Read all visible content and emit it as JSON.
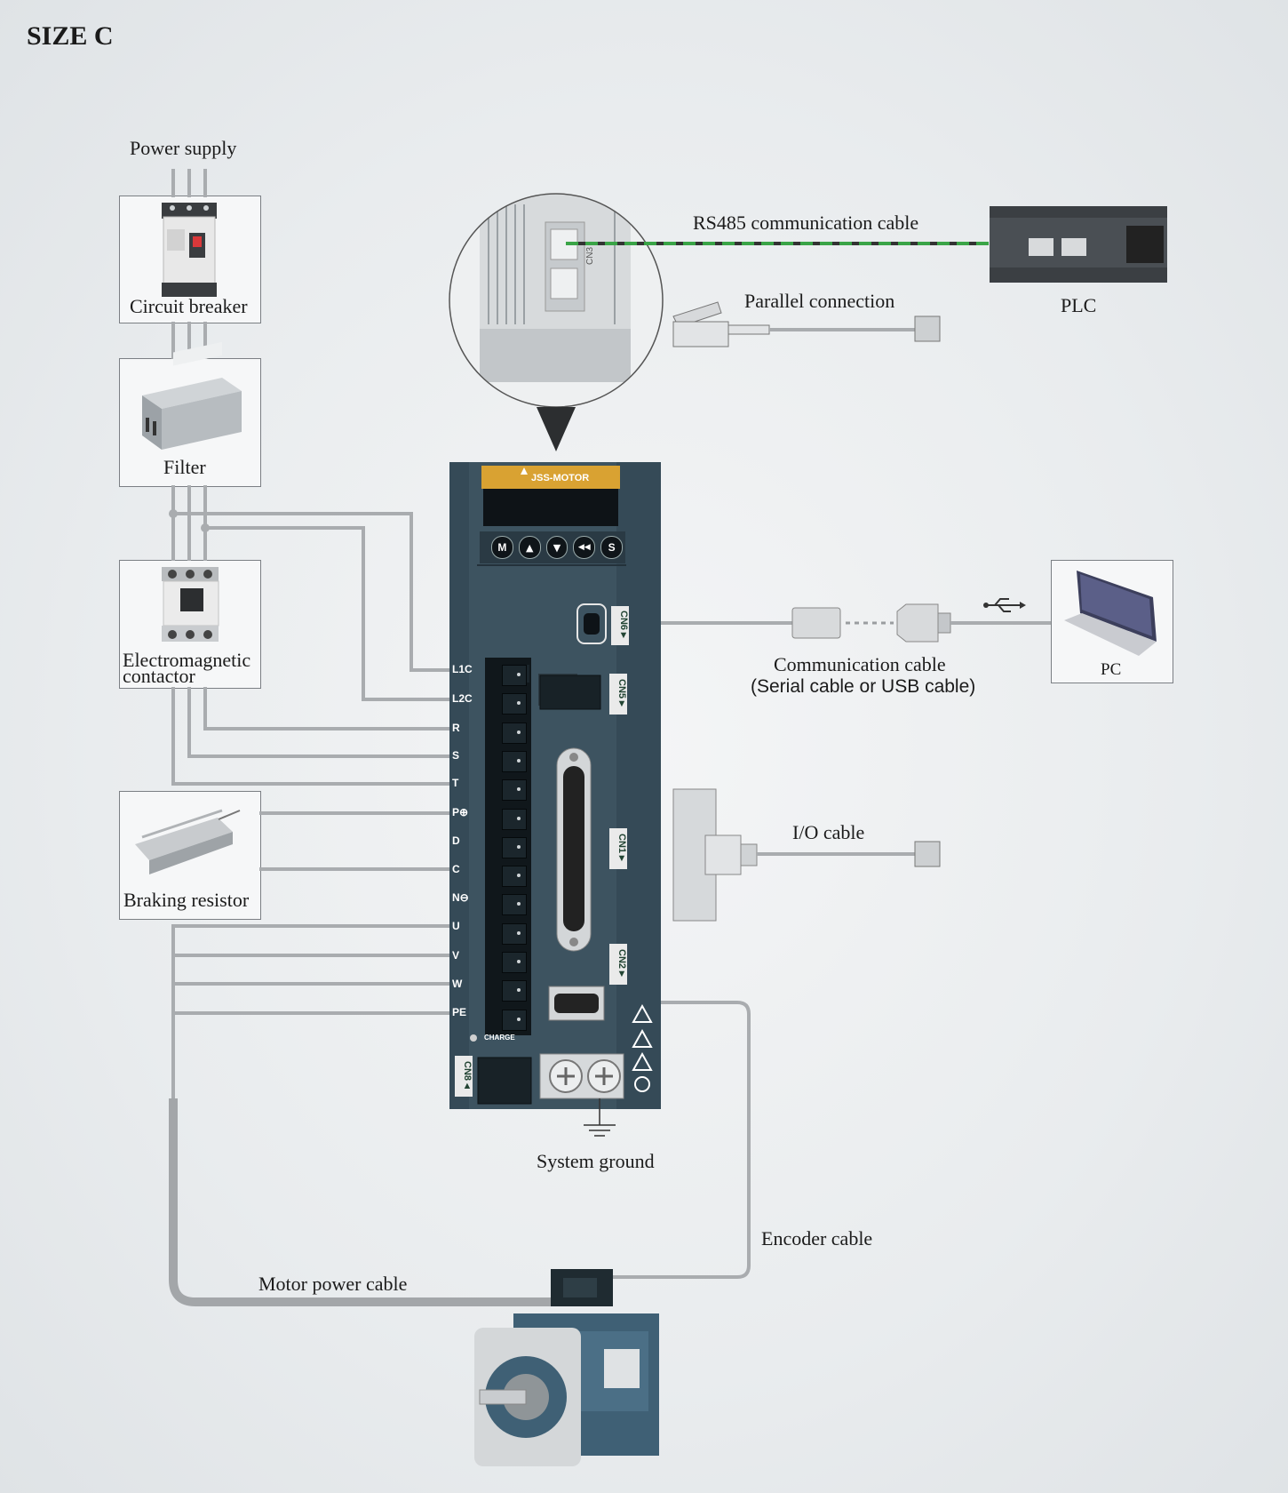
{
  "title": "SIZE C",
  "labels": {
    "power_supply": "Power supply",
    "circuit_breaker": "Circuit breaker",
    "filter": "Filter",
    "contactor_line1": "Electromagnetic",
    "contactor_line2": "contactor",
    "braking_resistor": "Braking resistor",
    "rs485": "RS485 communication cable",
    "parallel": "Parallel connection",
    "plc": "PLC",
    "comm_line1": "Communication cable",
    "comm_line2": "(Serial cable or USB cable)",
    "pc": "PC",
    "io_cable": "I/O cable",
    "system_ground": "System ground",
    "encoder_cable": "Encoder cable",
    "motor_power_cable": "Motor power cable"
  },
  "drive": {
    "brand": "JSS-MOTOR",
    "buttons": [
      "M",
      "▲",
      "▼",
      "◀◀",
      "S"
    ],
    "terminals": [
      "L1C",
      "L2C",
      "R",
      "S",
      "T",
      "P⊕",
      "D",
      "C",
      "N⊖",
      "U",
      "V",
      "W",
      "PE"
    ],
    "connectors": [
      "CN6▼",
      "CN5▼",
      "CN1▼",
      "CN2▼",
      "CN8▲"
    ],
    "charge": "CHARGE",
    "zoom_connector": "CN3"
  },
  "colors": {
    "drive_body": "#354a57",
    "drive_brand": "#d9a232",
    "wire": "#a7aaad",
    "rs485_green": "#3aa447"
  }
}
